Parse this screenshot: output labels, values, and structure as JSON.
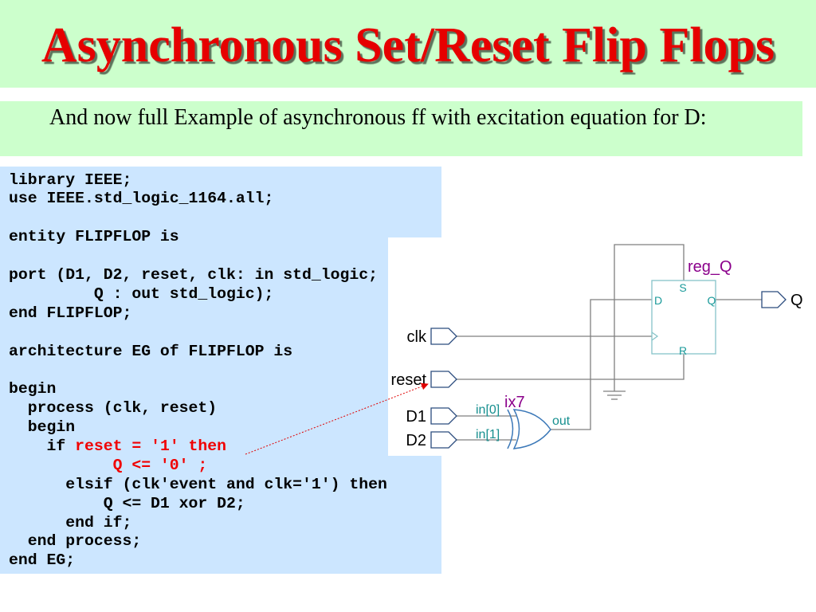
{
  "slide": {
    "title": "Asynchronous Set/Reset Flip Flops",
    "subtitle": "And now full Example of asynchronous ff with excitation equation for D:"
  },
  "code": {
    "lines": [
      {
        "plain": "library IEEE;"
      },
      {
        "plain": "use IEEE.std_logic_1164.all;"
      },
      {
        "plain": "entity FLIPFLOP is"
      },
      {
        "plain": "port (D1, D2, reset, clk: in std_logic;"
      },
      {
        "plain": "         Q : out std_logic);"
      },
      {
        "plain": "end FLIPFLOP;"
      },
      {
        "plain": "architecture EG of FLIPFLOP is"
      },
      {
        "plain": "begin"
      },
      {
        "plain": "  process (clk, reset)"
      },
      {
        "plain": "  begin"
      },
      {
        "plain": "    if ",
        "highlight": "reset = '1' then"
      },
      {
        "highlight": "           Q <= '0' ;"
      },
      {
        "plain": "      elsif (clk'event and clk='1') then"
      },
      {
        "plain": "          Q <= D1 xor D2;"
      },
      {
        "plain": "      end if;"
      },
      {
        "plain": "  end process;"
      },
      {
        "plain": "end EG;"
      }
    ]
  },
  "diagram": {
    "flipflop": {
      "instance": "reg_Q",
      "pins": {
        "set": "S",
        "data": "D",
        "output": "Q",
        "reset": "R"
      }
    },
    "xor_gate": {
      "instance": "ix7",
      "pins": {
        "in0": "in[0]",
        "in1": "in[1]",
        "out": "out"
      }
    },
    "input_ports": [
      "clk",
      "reset",
      "D1",
      "D2"
    ],
    "output_ports": [
      "Q"
    ]
  },
  "symbols": {
    "ground": "ground-icon",
    "gate": "xor-gate-icon",
    "clock_edge": "clock-triangle-icon"
  },
  "colors": {
    "title_text": "#e60000",
    "code_highlight": "#f00000",
    "header_background": "#ccffcc",
    "code_background": "#cce6ff",
    "instance_label": "#8b008b",
    "pin_label": "#168f8f",
    "annotation_arrow": "#e00000"
  }
}
